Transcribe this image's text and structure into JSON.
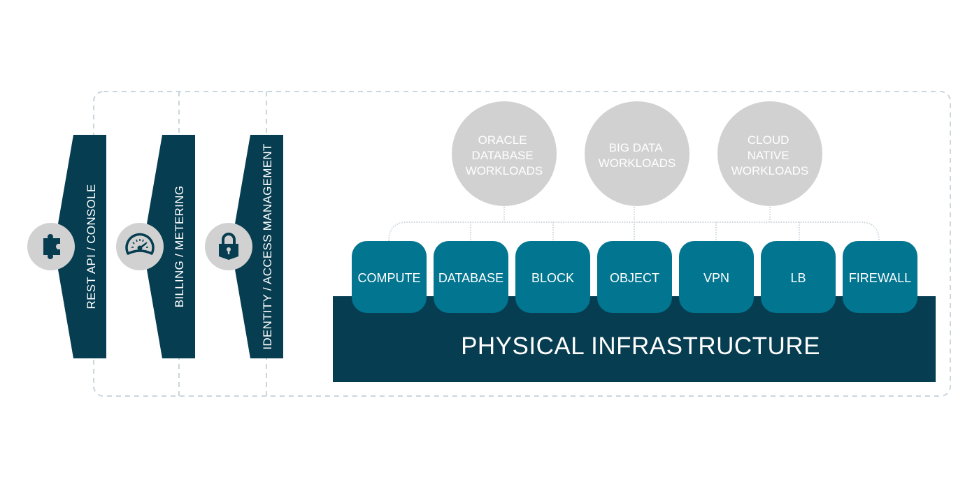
{
  "colors": {
    "dark_navy": "#063d50",
    "teal": "#027590",
    "light_gray": "#d1d1d2",
    "dashed_line": "#c9d6dc",
    "text_white": "#ffffff"
  },
  "control_planes": [
    {
      "label": "REST API / CONSOLE",
      "icon": "puzzle-piece-icon"
    },
    {
      "label": "BILLING / METERING",
      "icon": "speedometer-icon"
    },
    {
      "label": "IDENTITY / ACCESS MANAGEMENT",
      "icon": "padlock-icon"
    }
  ],
  "workloads": [
    {
      "lines": [
        "ORACLE",
        "DATABASE",
        "WORKLOADS"
      ]
    },
    {
      "lines": [
        "BIG DATA",
        "WORKLOADS"
      ]
    },
    {
      "lines": [
        "CLOUD",
        "NATIVE",
        "WORKLOADS"
      ]
    }
  ],
  "services": [
    "COMPUTE",
    "DATABASE",
    "BLOCK",
    "OBJECT",
    "VPN",
    "LB",
    "FIREWALL"
  ],
  "infrastructure": {
    "label": "PHYSICAL INFRASTRUCTURE"
  }
}
